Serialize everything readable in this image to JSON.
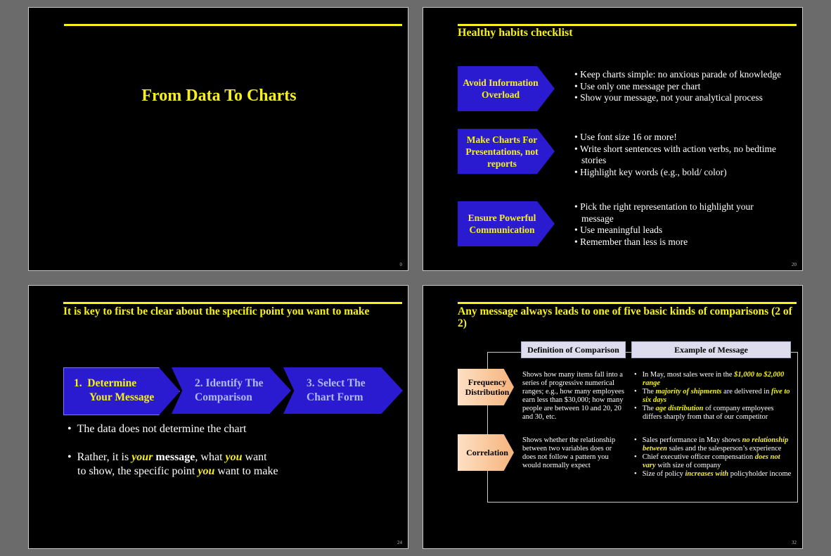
{
  "slides": {
    "s1": {
      "title": "From Data To Charts",
      "page": "0"
    },
    "s2": {
      "title": "Healthy habits checklist",
      "page": "20",
      "rows": [
        {
          "label": "Avoid Information Overload",
          "bullets": [
            "• Keep charts simple: no anxious parade of knowledge",
            "• Use only one message per chart",
            "• Show your message, not your analytical process"
          ]
        },
        {
          "label": "Make Charts For Presentations, not reports",
          "bullets": [
            "• Use font size 16 or more!",
            "• Write short sentences with action verbs, no bedtime stories",
            "• Highlight key words (e.g., bold/ color)"
          ]
        },
        {
          "label": "Ensure Powerful Communication",
          "bullets": [
            "• Pick the right representation to highlight your message",
            "• Use meaningful leads",
            "• Remember than less is more"
          ]
        }
      ]
    },
    "s3": {
      "title": "It is key to first be clear about the specific point you want to make",
      "page": "24",
      "steps": [
        {
          "num": "1.",
          "line1": "Determine",
          "line2": "Your Message"
        },
        {
          "line1": "2. Identify The",
          "line2": "Comparison"
        },
        {
          "line1": "3. Select The",
          "line2": "Chart Form"
        }
      ],
      "bullet1": "The data does not determine the chart",
      "bullet2_parts": [
        "Rather, it is ",
        "your",
        " ",
        "message",
        ", what ",
        "you",
        " want to show, the specific point ",
        "you",
        " want to make"
      ]
    },
    "s4": {
      "title": "Any message always leads to one of five basic kinds of comparisons (2 of 2)",
      "page": "32",
      "col1_header": "Definition of Comparison",
      "col2_header": "Example of Message",
      "rows": [
        {
          "label": "Frequency Distribution",
          "definition": "Shows how many items fall into a series of progressive numerical ranges; e.g., how many employees earn less than $30,000; how many people are between 10 and 20, 20 and 30, etc.",
          "examples": [
            [
              "In May, most sales were in the ",
              "$1,000 to $2,000 range",
              ""
            ],
            [
              "The ",
              "majority of shipments",
              " are delivered in ",
              "five to six days",
              ""
            ],
            [
              "The ",
              "age distribution",
              " of company employees differs sharply from that of our competitor"
            ]
          ]
        },
        {
          "label": "Correlation",
          "definition": "Shows whether the relationship between two variables does or does not follow a pattern you would normally expect",
          "examples": [
            [
              "Sales performance in May shows ",
              "no relationship between",
              " sales and the salesperson’s experience"
            ],
            [
              "Chief executive officer compensation ",
              "does not vary",
              " with size of company"
            ],
            [
              "Size of policy ",
              "increases with",
              " policyholder income"
            ]
          ]
        }
      ]
    }
  }
}
